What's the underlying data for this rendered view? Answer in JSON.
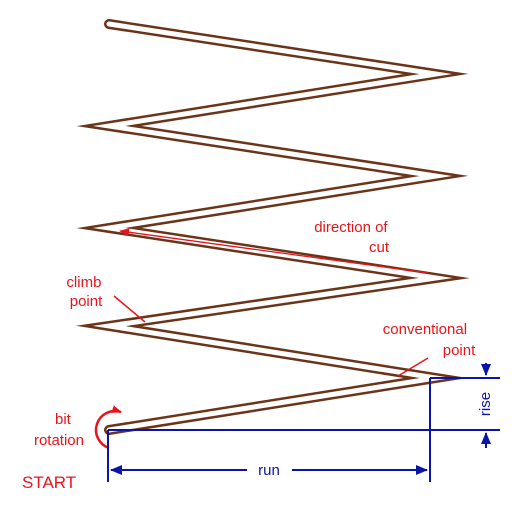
{
  "labels": {
    "direction_line1": "direction of",
    "direction_line2": "cut",
    "climb_line1": "climb",
    "climb_line2": "point",
    "conventional_line1": "conventional",
    "conventional_line2": "point",
    "bit_line1": "bit",
    "bit_line2": "rotation",
    "start": "START",
    "run": "run",
    "rise": "rise"
  },
  "colors": {
    "toolpath": "#6b3419",
    "annotation": "#e8141b",
    "dimension": "#0a14a8",
    "background": "#ffffff"
  }
}
